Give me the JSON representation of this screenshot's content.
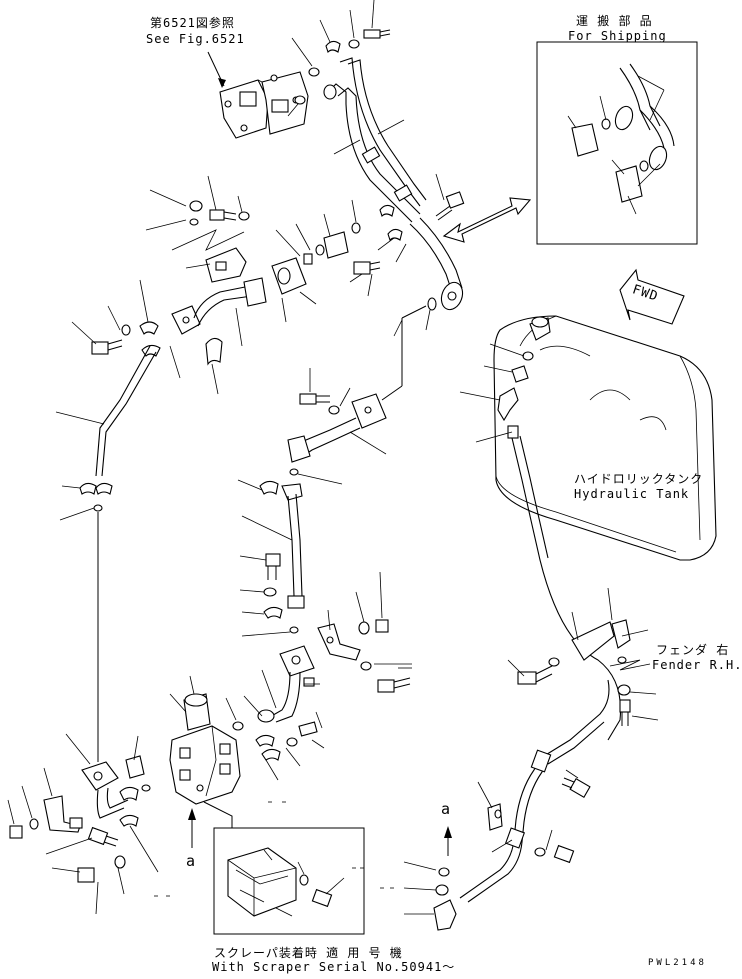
{
  "labels": {
    "see_fig_jp": "第6521図参照",
    "see_fig_en": "See Fig.6521",
    "shipping_jp": "運 搬 部 品",
    "shipping_en": "For Shipping",
    "fwd": "FWD",
    "tank_jp": "ハイドロリックタンク",
    "tank_en": "Hydraulic Tank",
    "fender_jp": "フェンダ 右",
    "fender_en": "Fender R.H.",
    "scraper_jp": "スクレーパ装着時 適 用 号 機",
    "scraper_en": "With Scraper Serial No.50941～",
    "view_a_bottom": "a",
    "view_a_right": "a",
    "drawing_no": "PWL2148"
  },
  "icons": {
    "fwd_arrow": "fwd-arrow-icon",
    "shipping_arrow": "double-arrow-icon",
    "view_arrow": "up-arrow-icon"
  }
}
